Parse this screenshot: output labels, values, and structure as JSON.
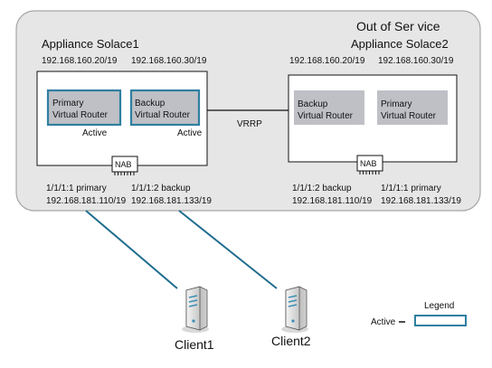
{
  "status_title": "Out of Ser vice",
  "appliance1": {
    "title": "Appliance Solace1",
    "ip_left": "192.168.160.20/19",
    "ip_right": "192.168.160.30/19",
    "router_primary": {
      "line1": "Primary",
      "line2": "Virtual Router",
      "status": "Active"
    },
    "router_backup": {
      "line1": "Backup",
      "line2": "Virtual Router",
      "status": "Active"
    },
    "nab_label": "NAB",
    "port_left": {
      "name": "1/1/1:1 primary",
      "ip": "192.168.181.110/19"
    },
    "port_right": {
      "name": "1/1/1:2 backup",
      "ip": "192.168.181.133/19"
    }
  },
  "appliance2": {
    "title": "Appliance Solace2",
    "ip_left": "192.168.160.20/19",
    "ip_right": "192.168.160.30/19",
    "router_backup": {
      "line1": "Backup",
      "line2": "Virtual Router"
    },
    "router_primary": {
      "line1": "Primary",
      "line2": "Virtual Router"
    },
    "nab_label": "NAB",
    "port_left": {
      "name": "1/1/1:2 backup",
      "ip": "192.168.181.110/19"
    },
    "port_right": {
      "name": "1/1/1:1 primary",
      "ip": "192.168.181.133/19"
    }
  },
  "link_label": "VRRP",
  "clients": [
    "Client1",
    "Client2"
  ],
  "legend": {
    "title": "Legend",
    "active_label": "Active"
  },
  "colors": {
    "panel": "#e6e6e6",
    "router_fill": "#bfc0c6",
    "active_border": "#2f7fa0",
    "client_line": "#1f6d8e"
  }
}
